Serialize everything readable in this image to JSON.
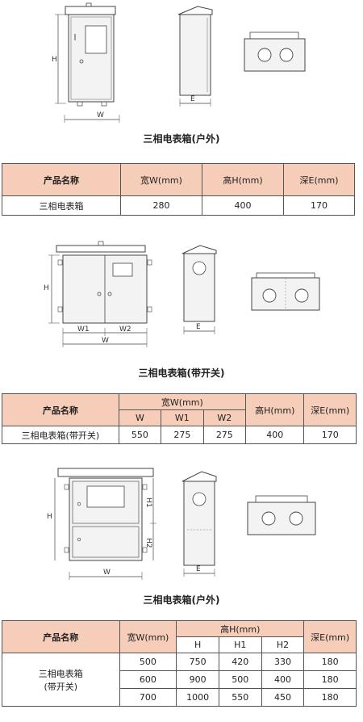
{
  "section1": {
    "dims": {
      "h": "H",
      "w": "W",
      "e": "E"
    },
    "caption": "三相电表箱(户外)",
    "table": {
      "headers": [
        "产品名称",
        "宽W(mm)",
        "高H(mm)",
        "深E(mm)"
      ],
      "row": [
        "三相电表箱",
        "280",
        "400",
        "170"
      ]
    }
  },
  "section2": {
    "dims": {
      "h": "H",
      "w": "W",
      "w1": "W1",
      "w2": "W2",
      "e": "E"
    },
    "caption": "三相电表箱(带开关)",
    "table": {
      "name_header": "产品名称",
      "width_group": "宽W(mm)",
      "width_sub": [
        "W",
        "W1",
        "W2"
      ],
      "height_header": "高H(mm)",
      "depth_header": "深E(mm)",
      "row": [
        "三相电表箱(带开关)",
        "550",
        "275",
        "275",
        "400",
        "170"
      ]
    }
  },
  "section3": {
    "dims": {
      "h": "H",
      "h1": "H1",
      "h2": "H2",
      "w": "W",
      "e": "E"
    },
    "caption": "三相电表箱(户外)",
    "table": {
      "name_header": "产品名称",
      "width_header": "宽W(mm)",
      "height_group": "高H(mm)",
      "height_sub": [
        "H",
        "H1",
        "H2"
      ],
      "depth_header": "深E(mm)",
      "name_line1": "三相电表箱",
      "name_line2": "(带开关)",
      "rows": [
        [
          "500",
          "750",
          "420",
          "330",
          "180"
        ],
        [
          "600",
          "900",
          "500",
          "400",
          "180"
        ],
        [
          "700",
          "1000",
          "550",
          "450",
          "180"
        ]
      ]
    }
  }
}
